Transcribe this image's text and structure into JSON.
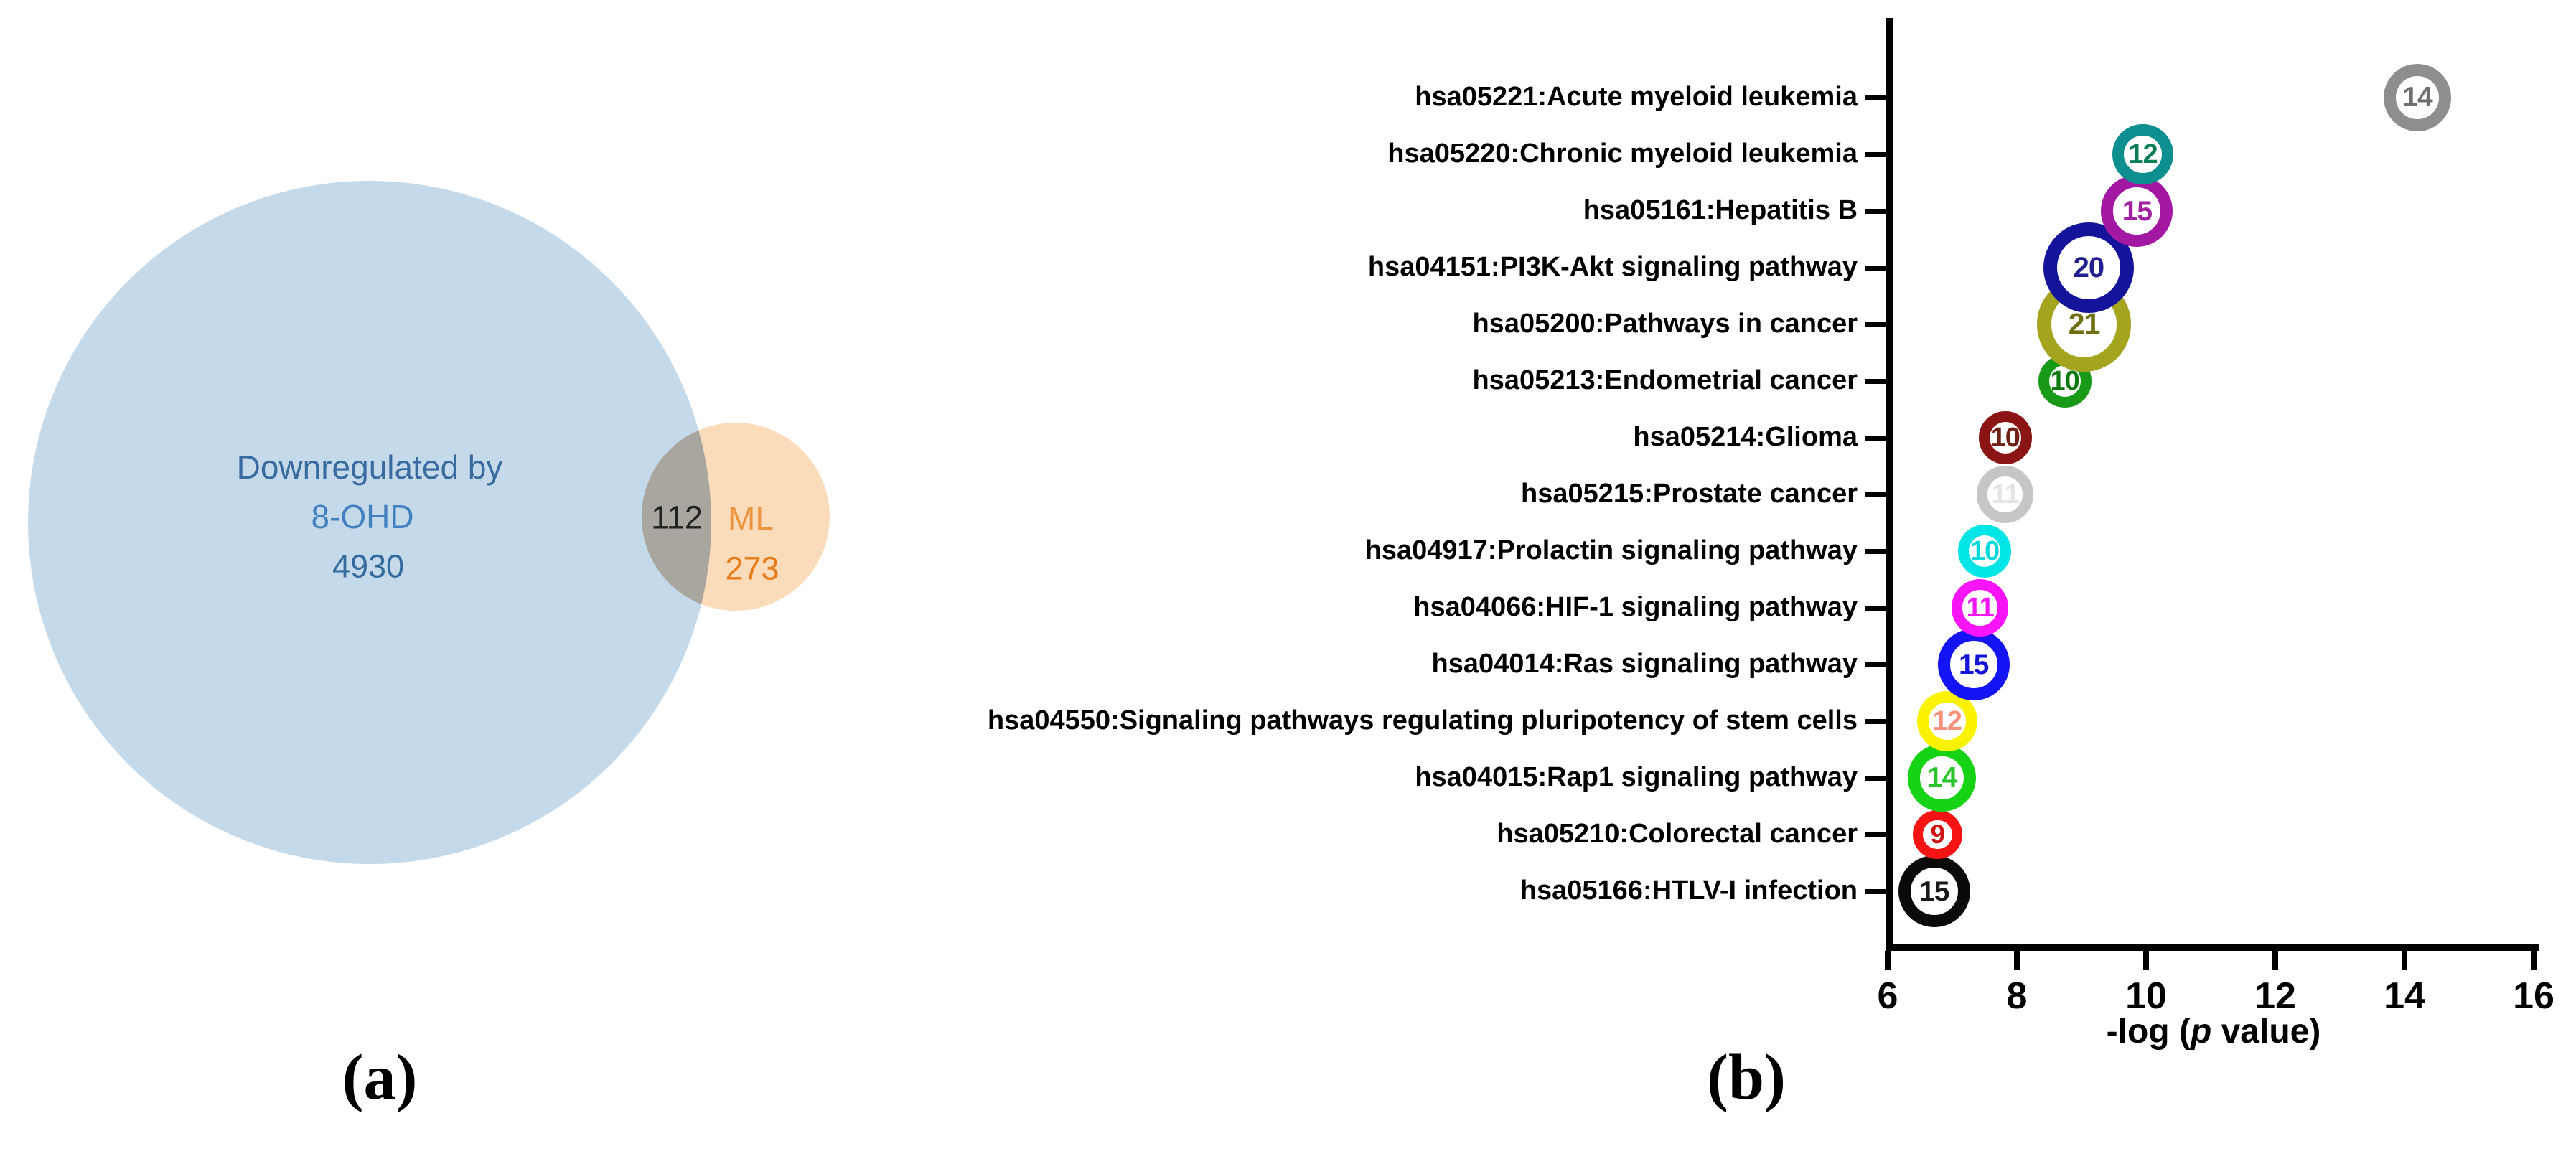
{
  "panels": {
    "a_label": "(a)",
    "b_label": "(b)"
  },
  "venn": {
    "set_a": {
      "line1": "Downregulated by",
      "line2": "8-OHD",
      "count": "4930",
      "fill": "#C4DAEB",
      "line1_color": "#3A6B9E",
      "line2_color": "#4381BE",
      "count_color": "#356A9E"
    },
    "set_b": {
      "label": "ML",
      "count": "273",
      "fill": "#FBDCBA",
      "label_color": "#ED9440",
      "count_color": "#E87C1C"
    },
    "overlap": {
      "count": "112",
      "count_color": "#222222",
      "fill": "#A8A69E"
    }
  },
  "chart_data": [
    {
      "type": "venn",
      "title": "",
      "sets": [
        {
          "label": "Downregulated by 8-OHD",
          "value": 4930
        },
        {
          "label": "ML",
          "value": 273
        }
      ],
      "overlap": 112
    },
    {
      "type": "bubble",
      "title": "",
      "xlabel_prefix": "-log (",
      "xlabel_italic": "p",
      "xlabel_suffix": " value)",
      "ylabel": "",
      "xlim": [
        6,
        16
      ],
      "xticks": [
        "6",
        "8",
        "10",
        "12",
        "14",
        "16"
      ],
      "grid": false,
      "legend": "none",
      "points": [
        {
          "label": "hsa05221:Acute myeloid leukemia",
          "x": 14.2,
          "count": 14,
          "ring": "#8E8E8E",
          "num_color": "#6F6F6F"
        },
        {
          "label": "hsa05220:Chronic myeloid leukemia",
          "x": 9.95,
          "count": 12,
          "ring": "#0D8F8F",
          "num_color": "#0B7E55"
        },
        {
          "label": "hsa05161:Hepatitis B",
          "x": 9.86,
          "count": 15,
          "ring": "#A318A3",
          "num_color": "#A020A0"
        },
        {
          "label": "hsa04151:PI3K-Akt signaling pathway",
          "x": 9.11,
          "count": 20,
          "ring": "#14149B",
          "num_color": "#202090"
        },
        {
          "label": "hsa05200:Pathways in cancer",
          "x": 9.04,
          "count": 21,
          "ring": "#A4A41E",
          "num_color": "#6F6F12"
        },
        {
          "label": "hsa05213:Endometrial cancer",
          "x": 8.74,
          "count": 10,
          "ring": "#189A18",
          "num_color": "#107810"
        },
        {
          "label": "hsa05214:Glioma",
          "x": 7.82,
          "count": 10,
          "ring": "#8B1414",
          "num_color": "#702012"
        },
        {
          "label": "hsa05215:Prostate cancer",
          "x": 7.82,
          "count": 11,
          "ring": "#C6C6C6",
          "num_color": "#E4E4E4"
        },
        {
          "label": "hsa04917:Prolactin signaling pathway",
          "x": 7.5,
          "count": 10,
          "ring": "#00E5E5",
          "num_color": "#00DADA"
        },
        {
          "label": "hsa04066:HIF-1 signaling pathway",
          "x": 7.43,
          "count": 11,
          "ring": "#FA14FA",
          "num_color": "#F514F5"
        },
        {
          "label": "hsa04014:Ras signaling pathway",
          "x": 7.33,
          "count": 15,
          "ring": "#1414F5",
          "num_color": "#1414D8"
        },
        {
          "label": "hsa04550:Signaling pathways regulating pluripotency of stem cells",
          "x": 6.92,
          "count": 12,
          "ring": "#FBF200",
          "num_color": "#F9917B"
        },
        {
          "label": "hsa04015:Rap1 signaling pathway",
          "x": 6.84,
          "count": 14,
          "ring": "#16D316",
          "num_color": "#2BC42B"
        },
        {
          "label": "hsa05210:Colorectal cancer",
          "x": 6.77,
          "count": 9,
          "ring": "#F51414",
          "num_color": "#CC1414"
        },
        {
          "label": "hsa05166:HTLV-I infection",
          "x": 6.72,
          "count": 15,
          "ring": "#0A0A0A",
          "num_color": "#1A1A1A"
        }
      ]
    }
  ]
}
